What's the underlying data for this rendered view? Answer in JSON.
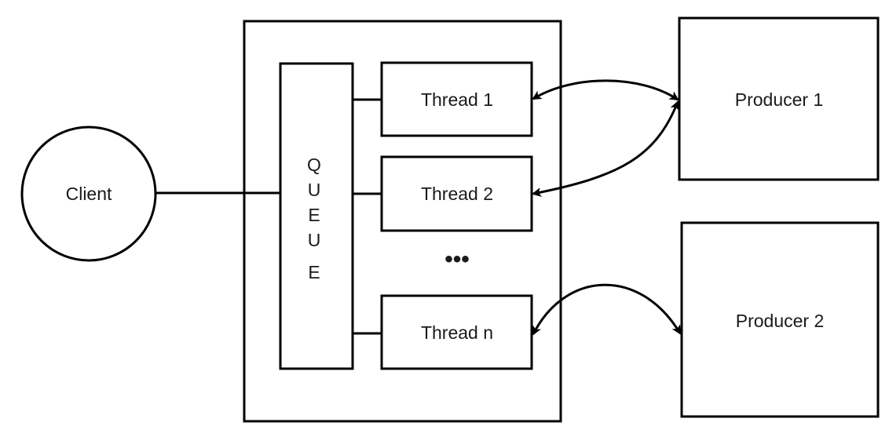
{
  "client": {
    "label": "Client"
  },
  "queue": {
    "letters": [
      "Q",
      "U",
      "E",
      "U",
      "E"
    ]
  },
  "threads": [
    {
      "label": "Thread 1"
    },
    {
      "label": "Thread 2"
    },
    {
      "label": "Thread n"
    }
  ],
  "ellipsis": "•••",
  "producers": [
    {
      "label": "Producer 1"
    },
    {
      "label": "Producer 2"
    }
  ]
}
